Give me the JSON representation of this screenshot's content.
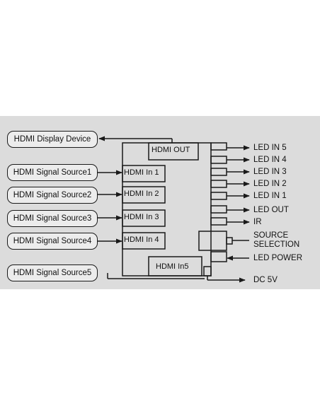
{
  "sources": [
    {
      "id": "display",
      "label": "HDMI Display Device"
    },
    {
      "id": "src1",
      "label": "HDMI Signal Source1"
    },
    {
      "id": "src2",
      "label": "HDMI Signal Source2"
    },
    {
      "id": "src3",
      "label": "HDMI Signal Source3"
    },
    {
      "id": "src4",
      "label": "HDMI Signal Source4"
    },
    {
      "id": "src5",
      "label": "HDMI Signal Source5"
    }
  ],
  "ports": {
    "out": "HDMI OUT",
    "in1": "HDMI  In 1",
    "in2": "HDMI  In 2",
    "in3": "HDMI  In 3",
    "in4": "HDMI  In 4",
    "in5": "HDMI  In5"
  },
  "outputs": {
    "led_in5": "LED IN 5",
    "led_in4": "LED IN 4",
    "led_in3": "LED IN 3",
    "led_in2": "LED IN 2",
    "led_in1": "LED IN 1",
    "led_out": "LED  OUT",
    "ir": "IR",
    "source_selection_line1": "SOURCE",
    "source_selection_line2": "SELECTION",
    "led_power": "LED POWER",
    "dc5v": "DC 5V"
  },
  "colors": {
    "panel": "#dcdcdc",
    "line": "#1a1a1a",
    "text": "#111111"
  }
}
